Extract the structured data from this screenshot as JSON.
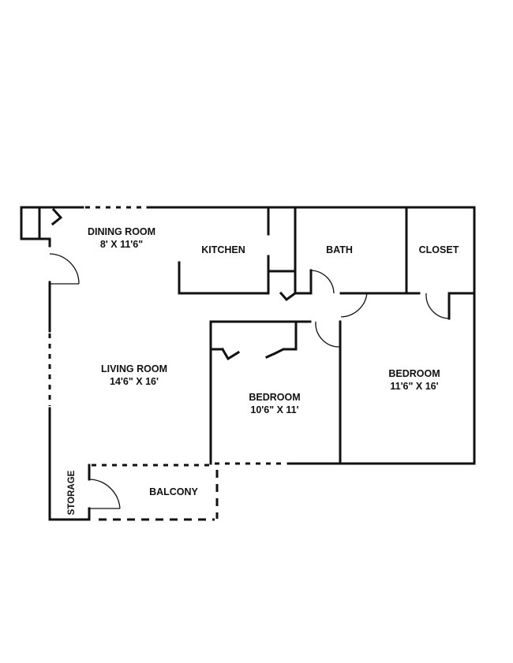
{
  "floorplan": {
    "rooms": [
      {
        "id": "dining",
        "name": "DINING ROOM",
        "dims": "8' X 11'6\""
      },
      {
        "id": "kitchen",
        "name": "KITCHEN",
        "dims": ""
      },
      {
        "id": "bath",
        "name": "BATH",
        "dims": ""
      },
      {
        "id": "closet",
        "name": "CLOSET",
        "dims": ""
      },
      {
        "id": "living",
        "name": "LIVING ROOM",
        "dims": "14'6\" X 16'"
      },
      {
        "id": "bedroom2",
        "name": "BEDROOM",
        "dims": "10'6\" X 11'"
      },
      {
        "id": "bedroom1",
        "name": "BEDROOM",
        "dims": "11'6\" X 16'"
      },
      {
        "id": "balcony",
        "name": "BALCONY",
        "dims": ""
      },
      {
        "id": "storage",
        "name": "STORAGE",
        "dims": ""
      }
    ],
    "colors": {
      "line": "#111111",
      "background": "#ffffff"
    }
  }
}
